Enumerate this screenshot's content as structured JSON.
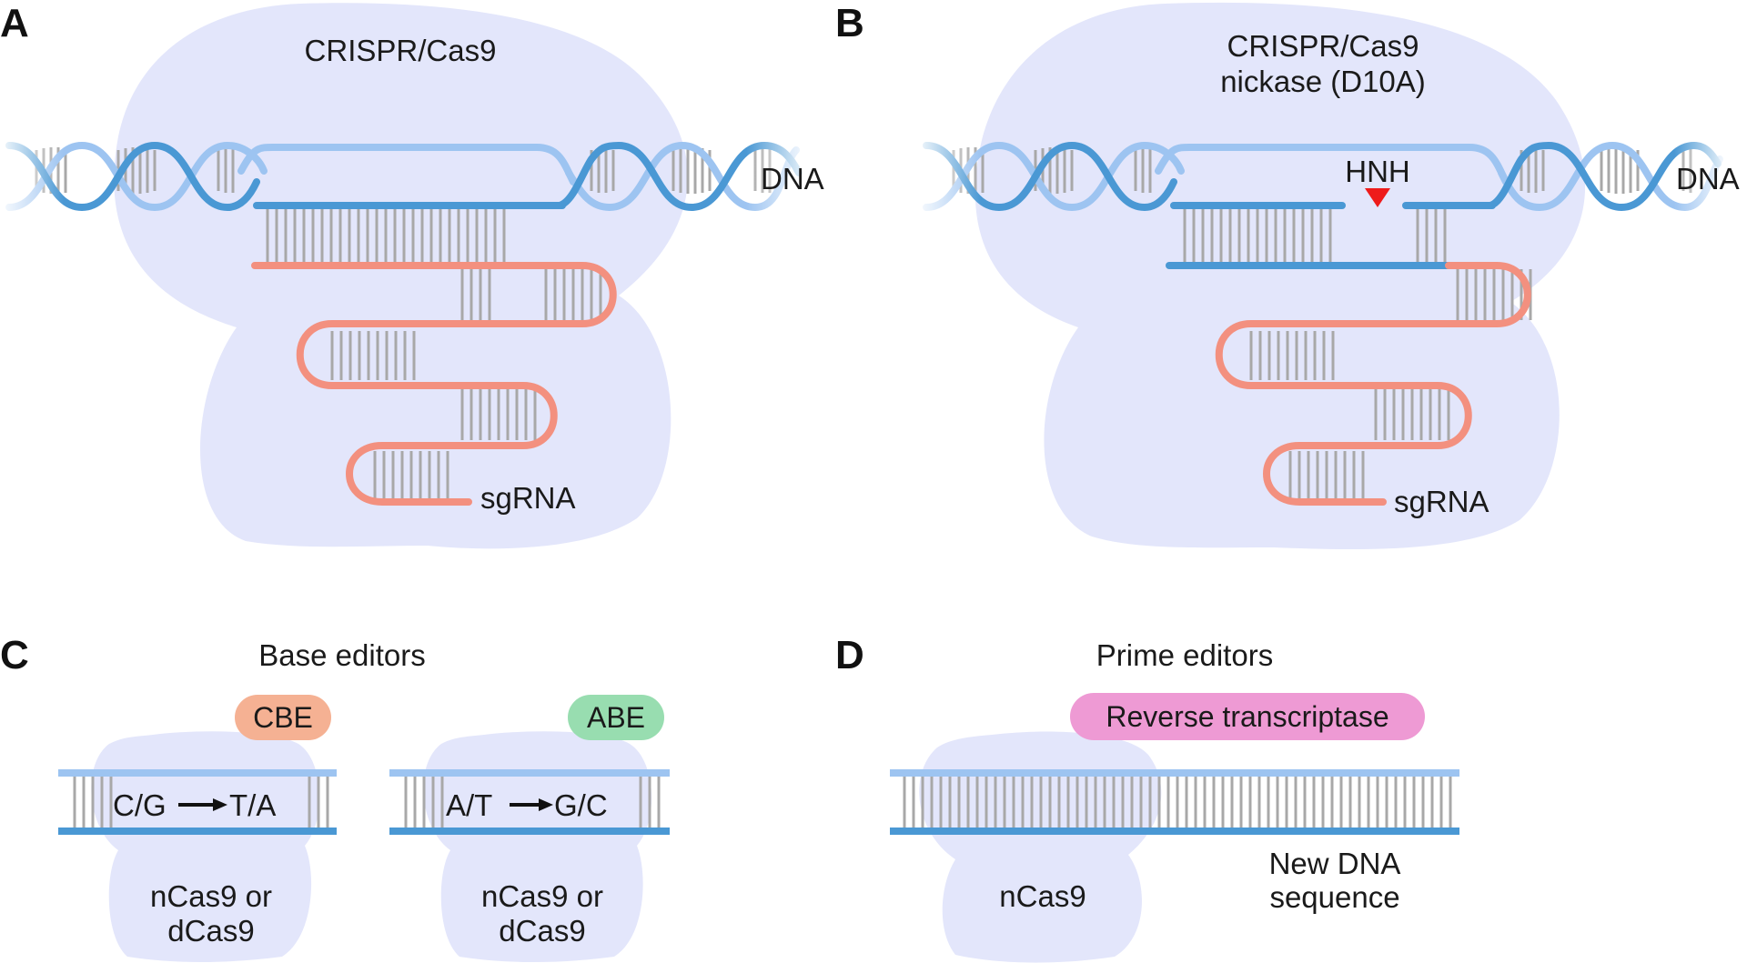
{
  "panels": {
    "a": {
      "letter": "A",
      "title": "CRISPR/Cas9",
      "dna_label": "DNA",
      "rna_label": "sgRNA"
    },
    "b": {
      "letter": "B",
      "title_line1": "CRISPR/Cas9",
      "title_line2": "nickase (D10A)",
      "dna_label": "DNA",
      "hnh_label": "HNH",
      "rna_label": "sgRNA"
    },
    "c": {
      "letter": "C",
      "title": "Base editors",
      "left": {
        "enzyme": "CBE",
        "from": "C/G",
        "to": "T/A",
        "protein_line1": "nCas9 or",
        "protein_line2": "dCas9"
      },
      "right": {
        "enzyme": "ABE",
        "from": "A/T",
        "to": "G/C",
        "protein_line1": "nCas9 or",
        "protein_line2": "dCas9"
      }
    },
    "d": {
      "letter": "D",
      "title": "Prime editors",
      "enzyme": "Reverse transcriptase",
      "protein": "nCas9",
      "new_seq_line1": "New DNA",
      "new_seq_line2": "sequence"
    }
  },
  "colors": {
    "protein_fill": "#e3e6fb",
    "dna_dark": "#4a98d4",
    "dna_light": "#9dc4f1",
    "rna": "#f3907f",
    "base_pair": "#a8a8a8",
    "cbe_pill": "#f5b193",
    "abe_pill": "#98ddb0",
    "rt_pill": "#ee9ad4",
    "cut_marker": "#ee1b1b"
  }
}
